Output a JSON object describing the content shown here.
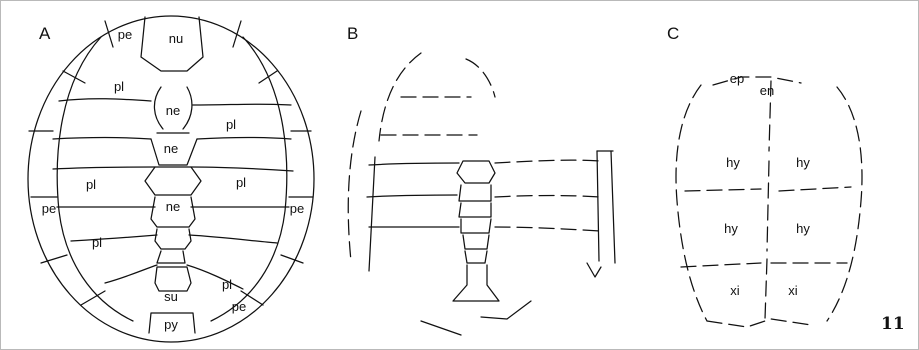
{
  "figure": {
    "number": "11",
    "panels": [
      {
        "letter": "A",
        "labels": {
          "nu": "nu",
          "pe": "pe",
          "pl": "pl",
          "ne": "ne",
          "su": "su",
          "py": "py"
        }
      },
      {
        "letter": "B"
      },
      {
        "letter": "C",
        "labels": {
          "ep": "ep",
          "en": "en",
          "hy": "hy",
          "xi": "xi"
        }
      }
    ]
  }
}
